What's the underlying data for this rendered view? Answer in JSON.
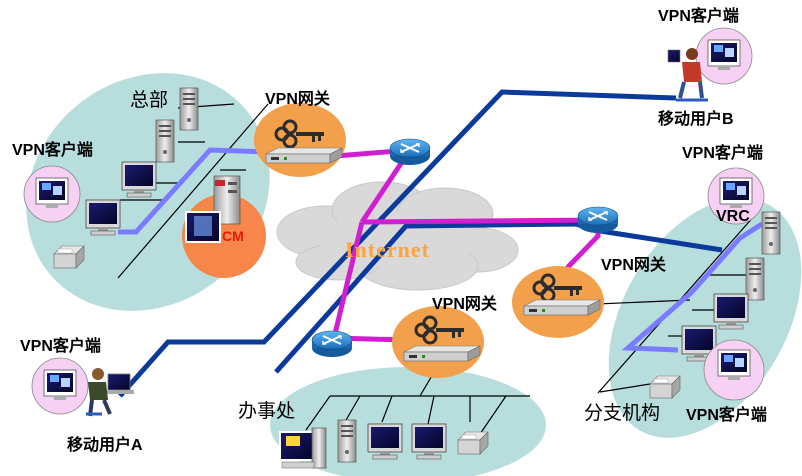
{
  "labels": {
    "hq": "总部",
    "hq_gateway": "VPN网关",
    "hq_client": "VPN客户端",
    "cm": "CM",
    "internet": "Internet",
    "mobile_b_client": "VPN客户端",
    "mobile_b": "移动用户B",
    "branch_client_top": "VPN客户端",
    "vrc": "VRC",
    "branch_gateway": "VPN网关",
    "branch": "分支机构",
    "branch_client_bottom": "VPN客户端",
    "office_gateway": "VPN网关",
    "office": "办事处",
    "mobile_a_client": "VPN客户端",
    "mobile_a": "移动用户A"
  },
  "colors": {
    "tunnel": "#d01ed0",
    "backbone": "#0b3a9b",
    "lan_link": "#7b7bff",
    "region_fill": "#b7dedd",
    "gateway_fill": "#f2a04b",
    "client_fill": "#f7d1f3",
    "cm_fill": "#f7864a",
    "router_fill": "#2f8fd7"
  }
}
